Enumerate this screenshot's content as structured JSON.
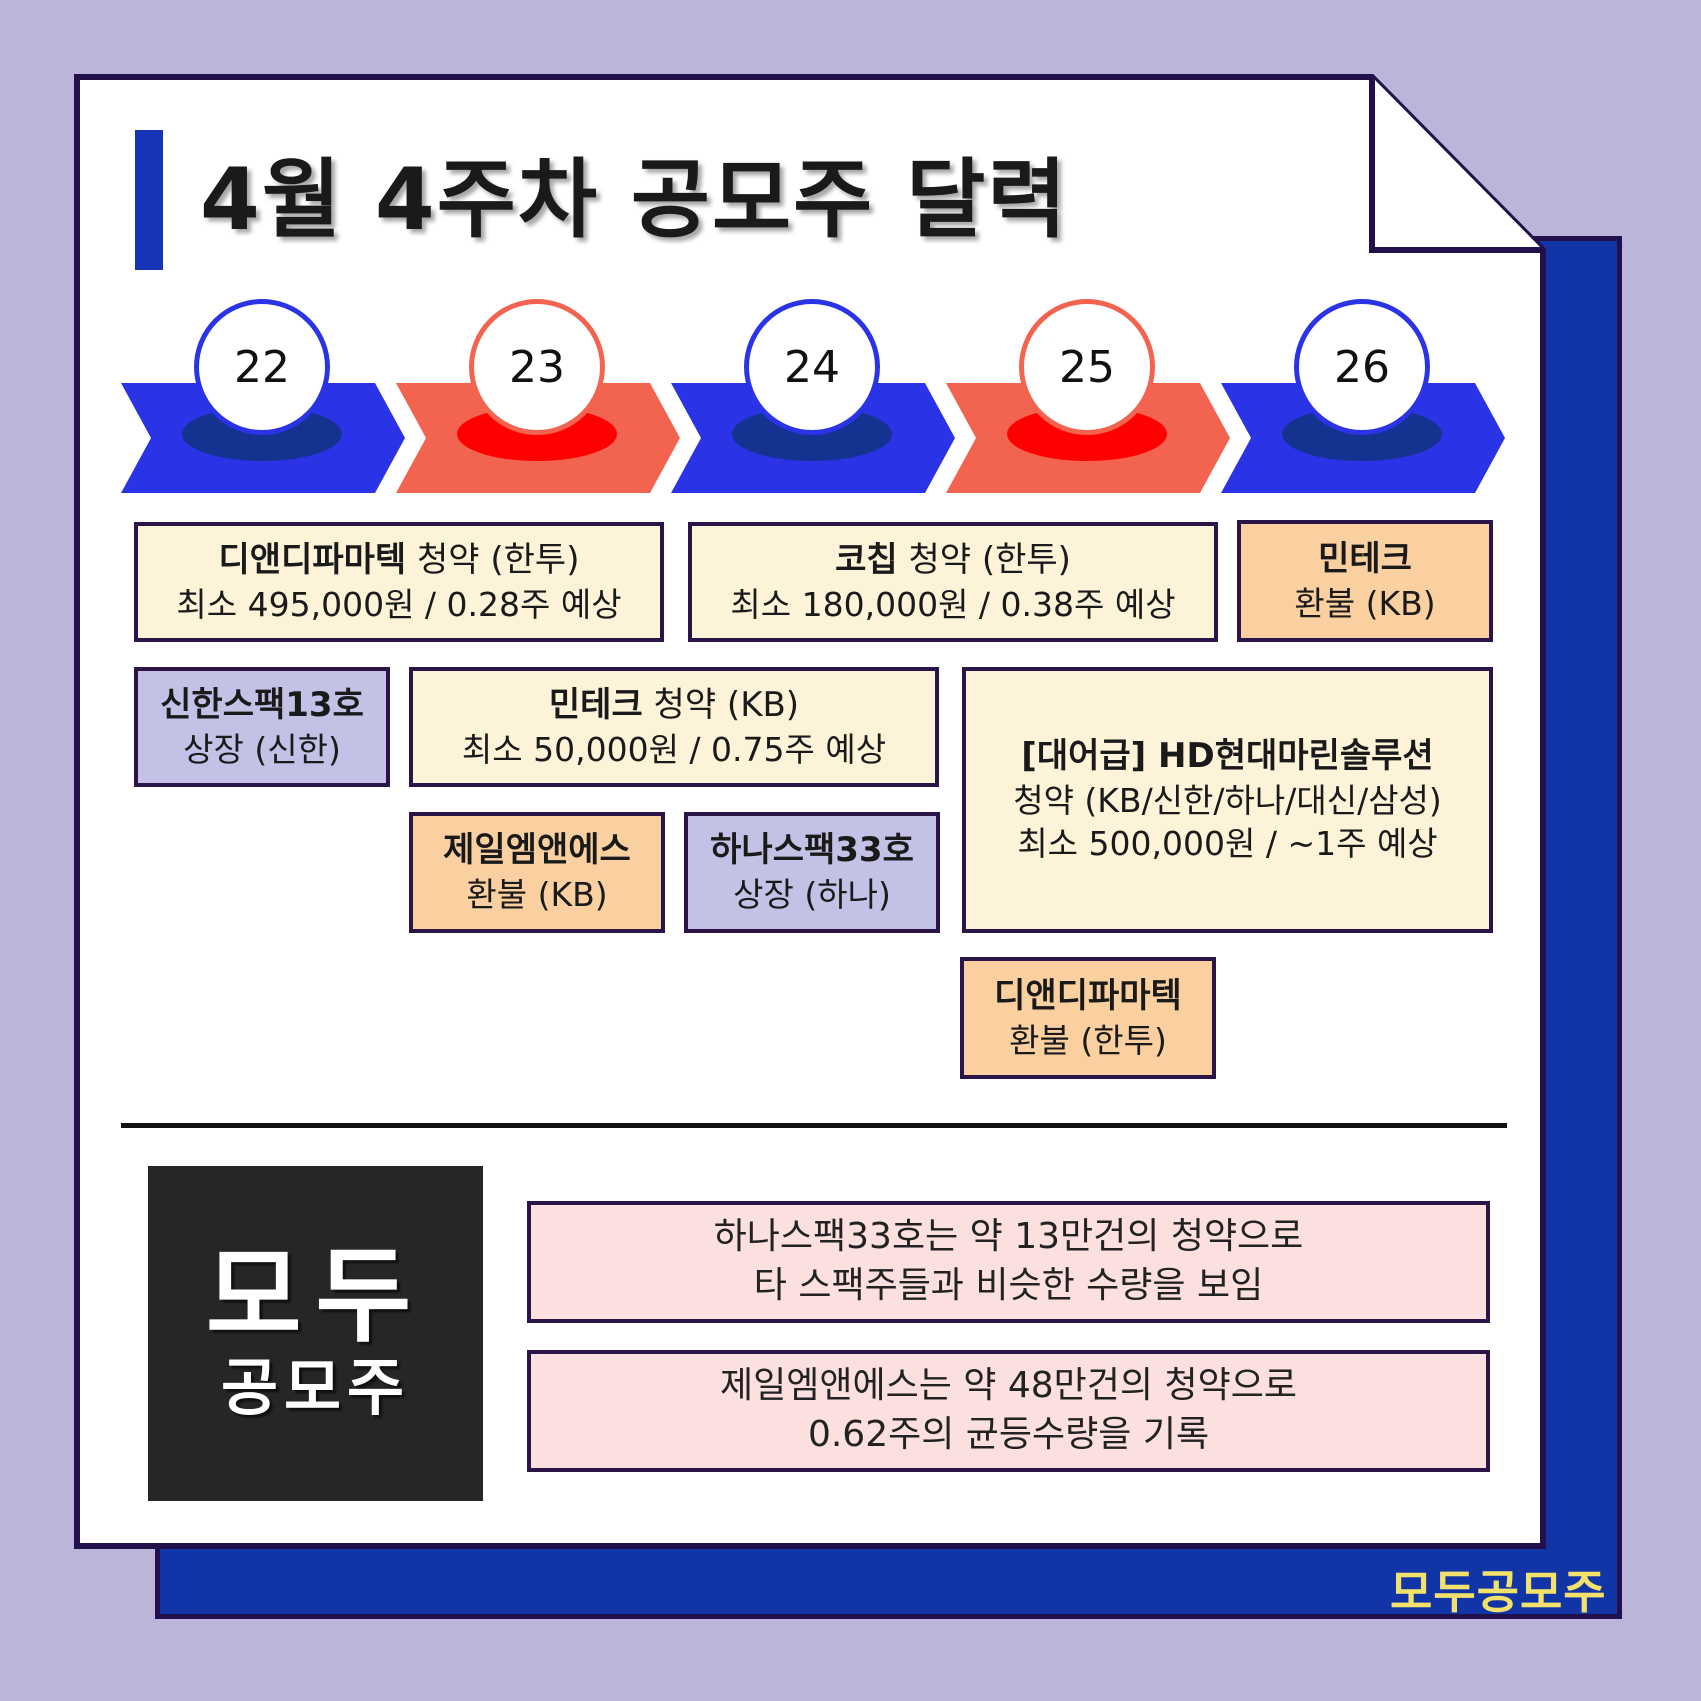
{
  "title": "4월 4주차 공모주 달력",
  "colors": {
    "background": "#bab5d9",
    "blue": "#2b33e6",
    "coral": "#f2644f",
    "event_cream": "#fdf3d9",
    "event_orange": "#fad0a0",
    "event_lavender": "#c3c2e6",
    "note_pink": "#fbe0df",
    "brand_yellow": "#f2e26b"
  },
  "days": [
    "22",
    "23",
    "24",
    "25",
    "26"
  ],
  "events": {
    "e1": {
      "name": "디앤디파마텍",
      "rest": " 청약 (한투)",
      "detail": "최소 495,000원 / 0.28주 예상"
    },
    "e2": {
      "name": "코칩",
      "rest": " 청약 (한투)",
      "detail": "최소 180,000원 / 0.38주 예상"
    },
    "e3": {
      "name": "민테크",
      "detail": "환불 (KB)"
    },
    "e4": {
      "name": "신한스팩13호",
      "detail": "상장 (신한)"
    },
    "e5": {
      "name": "민테크",
      "rest": " 청약 (KB)",
      "detail": "최소 50,000원 / 0.75주 예상"
    },
    "e6": {
      "name": "[대어급] HD현대마린솔루션",
      "line2": "청약 (KB/신한/하나/대신/삼성)",
      "detail": "최소 500,000원 / ~1주 예상"
    },
    "e7": {
      "name": "제일엠앤에스",
      "detail": "환불 (KB)"
    },
    "e8": {
      "name": "하나스팩33호",
      "detail": "상장 (하나)"
    },
    "e9": {
      "name": "디앤디파마텍",
      "detail": "환불 (한투)"
    }
  },
  "logo": {
    "line1": "모두",
    "line2": "공모주"
  },
  "notes": [
    {
      "line1": "하나스팩33호는 약 13만건의 청약으로",
      "line2": "타 스팩주들과 비슷한 수량을 보임"
    },
    {
      "line1": "제일엠앤에스는 약 48만건의 청약으로",
      "line2": "0.62주의 균등수량을 기록"
    }
  ],
  "brand": "모두공모주"
}
